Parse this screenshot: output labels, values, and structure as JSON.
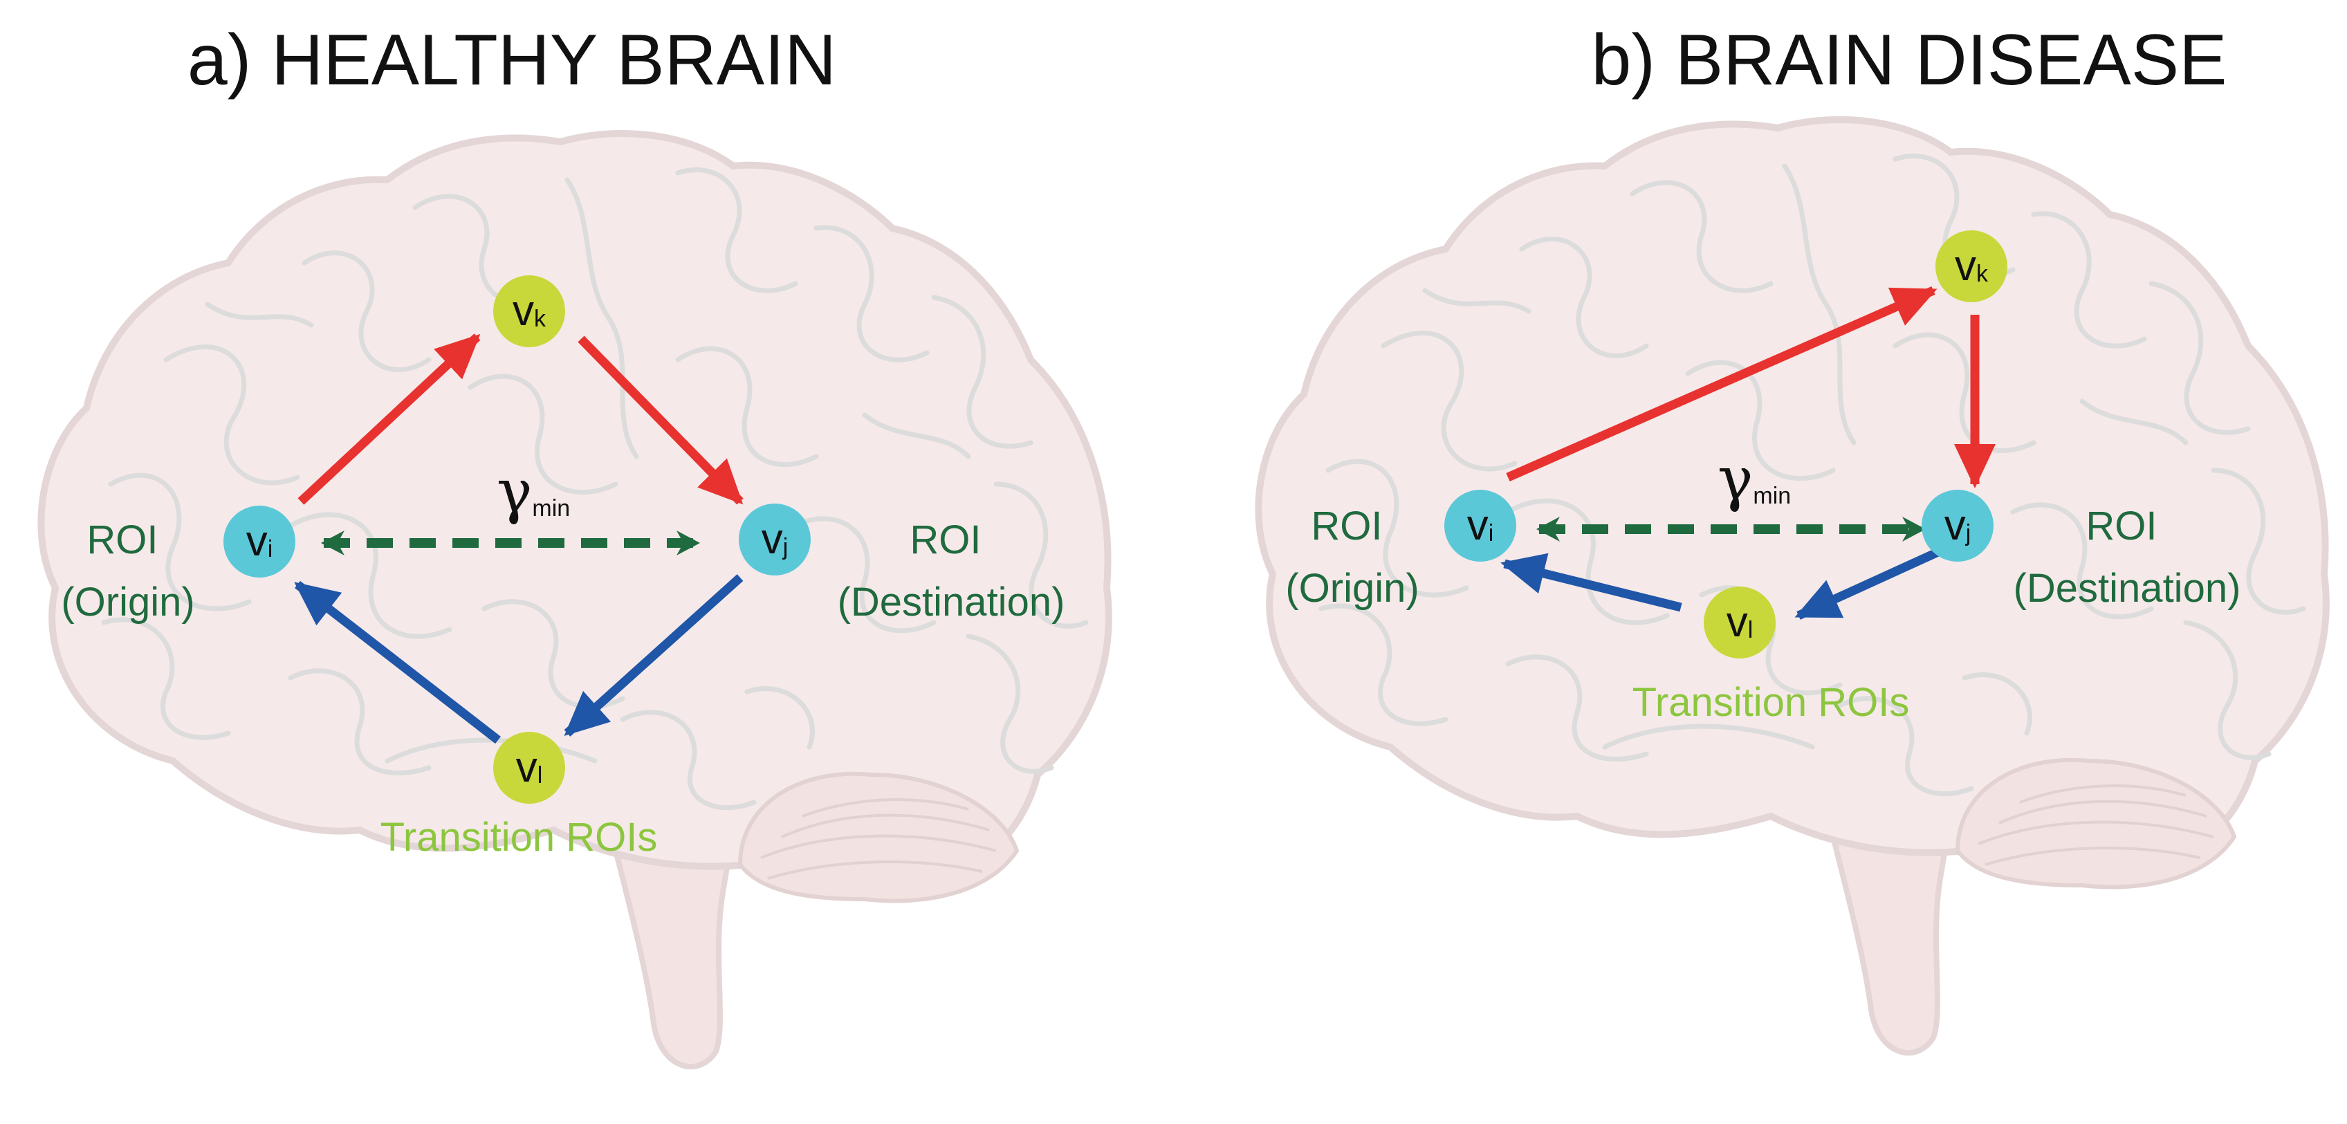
{
  "panels": [
    {
      "title": "a) HEALTHY BRAIN",
      "origin_label": {
        "line1": "ROI",
        "line2": "(Origin)"
      },
      "destination_label": {
        "line1": "ROI",
        "line2": "(Destination)"
      },
      "transition_label": "Transition ROIs",
      "gamma": {
        "symbol": "γ",
        "subscript": "min"
      },
      "nodes": {
        "vi": {
          "letter": "v",
          "sub": "i"
        },
        "vj": {
          "letter": "v",
          "sub": "j"
        },
        "vk": {
          "letter": "v",
          "sub": "k"
        },
        "vl": {
          "letter": "v",
          "sub": "l"
        }
      }
    },
    {
      "title": "b) BRAIN DISEASE",
      "origin_label": {
        "line1": "ROI",
        "line2": "(Origin)"
      },
      "destination_label": {
        "line1": "ROI",
        "line2": "(Destination)"
      },
      "transition_label": "Transition ROIs",
      "gamma": {
        "symbol": "γ",
        "subscript": "min"
      },
      "nodes": {
        "vi": {
          "letter": "v",
          "sub": "i"
        },
        "vj": {
          "letter": "v",
          "sub": "j"
        },
        "vk": {
          "letter": "v",
          "sub": "k"
        },
        "vl": {
          "letter": "v",
          "sub": "l"
        }
      }
    }
  ],
  "colors": {
    "roi_node": "#5bc8d8",
    "transition_node": "#c8d83a",
    "red_arrow": "#e8322f",
    "blue_arrow": "#1f56a8",
    "dashed_arrow": "#1f6a3e",
    "roi_text": "#1f6a3e",
    "transition_text": "#8cc63f",
    "brain_fill": "#f6e9e9",
    "gyri": "#dcdcdc"
  }
}
